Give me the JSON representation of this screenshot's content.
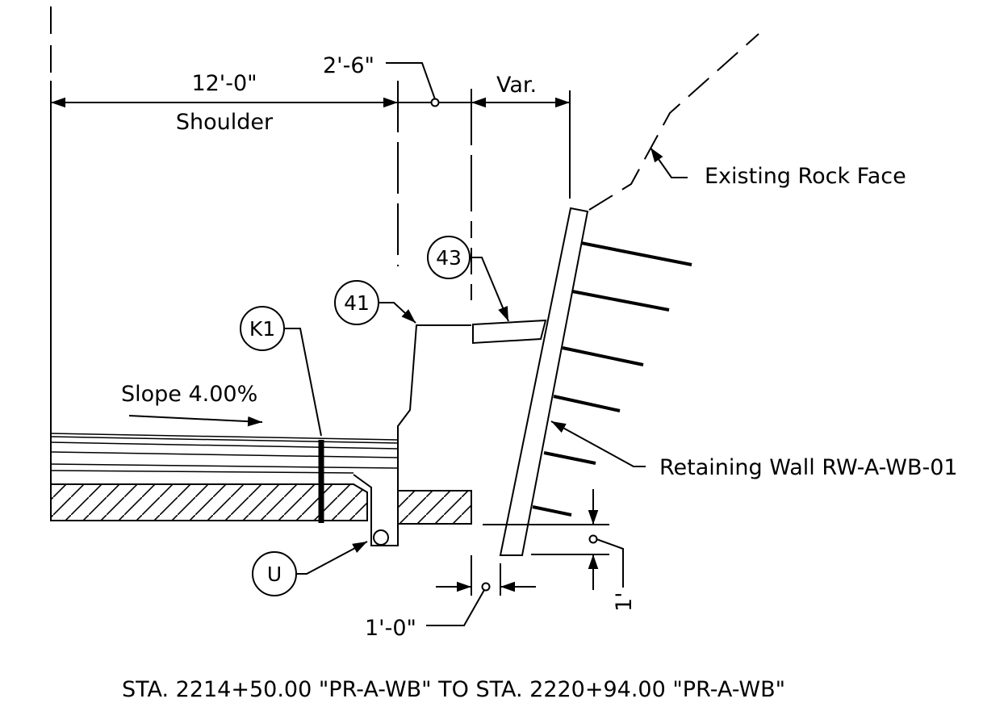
{
  "dimensions": {
    "shoulder_width": "12'-0\"",
    "shoulder_label": "Shoulder",
    "gap_width": "2'-6\"",
    "variable_width": "Var.",
    "offset_bottom": "1'-0\"",
    "vertical_offset": "1'"
  },
  "callouts": {
    "k1": "K1",
    "c41": "41",
    "c43": "43",
    "u": "U"
  },
  "labels": {
    "slope": "Slope 4.00%",
    "rock_face": "Existing Rock Face",
    "retaining_wall": "Retaining Wall RW-A-WB-01"
  },
  "title": "STA. 2214+50.00 \"PR-A-WB\" TO STA. 2220+94.00 \"PR-A-WB\""
}
